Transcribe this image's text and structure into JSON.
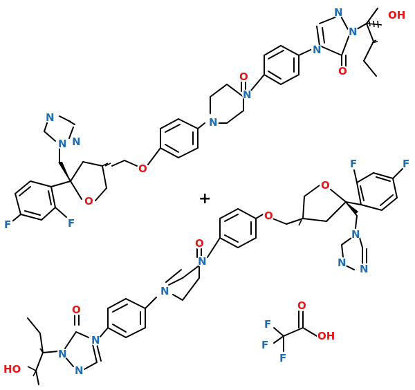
{
  "colors": {
    "N": "#1f6fb2",
    "O": "#e4171b",
    "F": "#1f6fb2",
    "bond": "#000000"
  },
  "labels": {
    "n": "N",
    "o": "O",
    "f": "F",
    "oh": "OH",
    "ho": "HO",
    "f_l": "F",
    "plus": "+"
  }
}
